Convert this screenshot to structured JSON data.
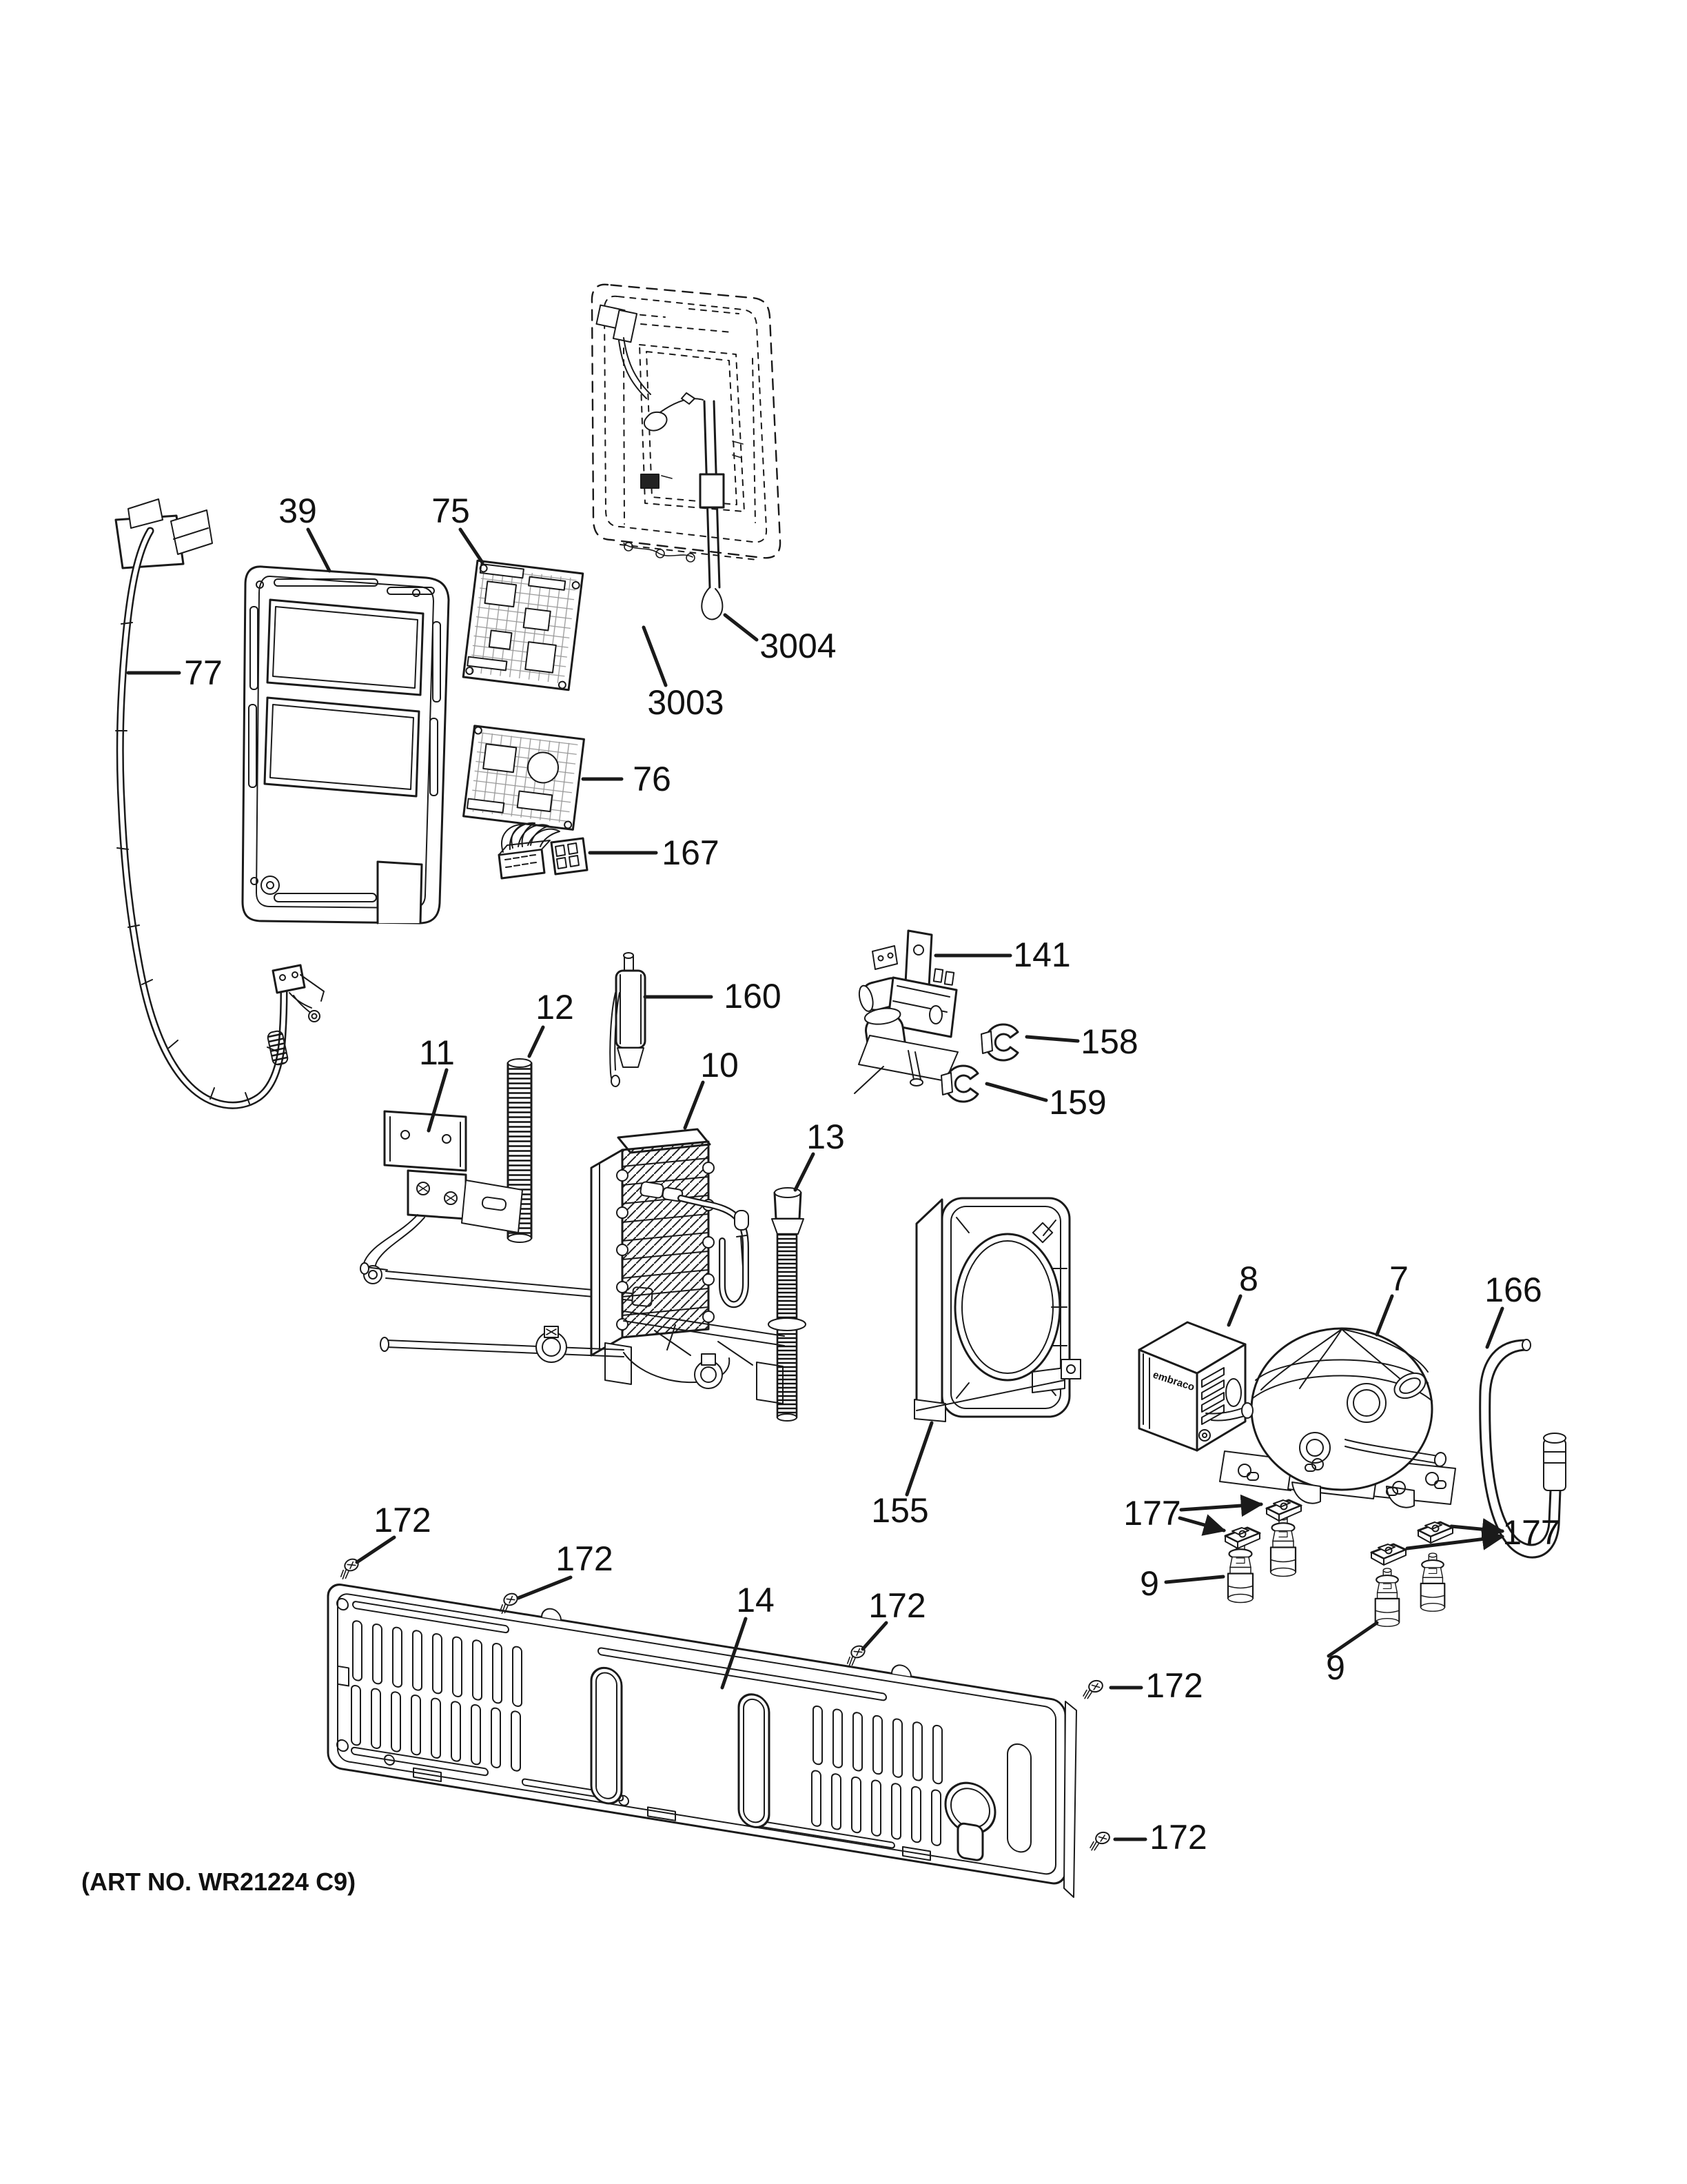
{
  "doc": {
    "art_no": "(ART NO. WR21224 C9)",
    "background": "#ffffff",
    "line_color": "#1a1a1a"
  },
  "brand": {
    "compressor_logo": "embraco"
  },
  "callouts": [
    {
      "label": "39"
    },
    {
      "label": "75"
    },
    {
      "label": "3004"
    },
    {
      "label": "3003"
    },
    {
      "label": "76"
    },
    {
      "label": "167"
    },
    {
      "label": "77"
    },
    {
      "label": "141"
    },
    {
      "label": "158"
    },
    {
      "label": "159"
    },
    {
      "label": "12"
    },
    {
      "label": "160"
    },
    {
      "label": "11"
    },
    {
      "label": "10"
    },
    {
      "label": "13"
    },
    {
      "label": "8"
    },
    {
      "label": "7"
    },
    {
      "label": "166"
    },
    {
      "label": "155"
    },
    {
      "label": "177"
    },
    {
      "label": "9"
    },
    {
      "label": "177"
    },
    {
      "label": "9"
    },
    {
      "label": "172"
    },
    {
      "label": "172"
    },
    {
      "label": "14"
    },
    {
      "label": "172"
    },
    {
      "label": "172"
    },
    {
      "label": "172"
    }
  ]
}
